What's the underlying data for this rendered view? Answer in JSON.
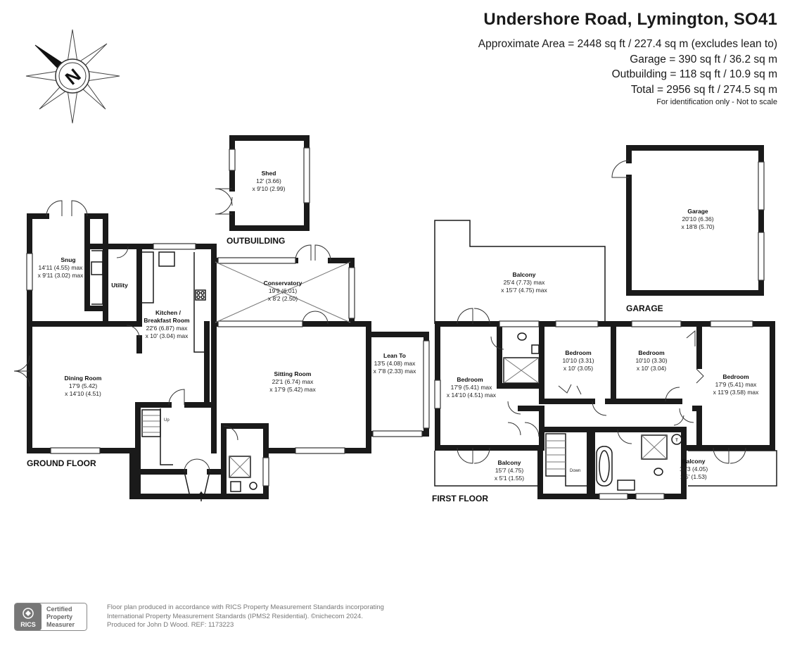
{
  "header": {
    "title": "Undershore Road, Lymington, SO41",
    "areas": [
      "Approximate Area = 2448 sq ft / 227.4 sq m (excludes lean to)",
      "Garage = 390 sq ft / 36.2 sq m",
      "Outbuilding = 118 sq ft / 10.9 sq m",
      "Total = 2956 sq ft / 274.5 sq m"
    ],
    "note": "For identification only - Not to scale"
  },
  "compass": {
    "letter": "N"
  },
  "floors": {
    "ground": "GROUND FLOOR",
    "first": "FIRST FLOOR",
    "outbuilding": "OUTBUILDING",
    "garage": "GARAGE"
  },
  "rooms": {
    "shed": {
      "name": "Shed",
      "dims": [
        "12' (3.66)",
        "x 9'10 (2.99)"
      ]
    },
    "snug": {
      "name": "Snug",
      "dims": [
        "14'11 (4.55) max",
        "x 9'11 (3.02) max"
      ]
    },
    "utility": {
      "name": "Utility"
    },
    "kitchen": {
      "name": [
        "Kitchen /",
        "Breakfast Room"
      ],
      "dims": [
        "22'6 (6.87) max",
        "x 10' (3.04) max"
      ]
    },
    "conservatory": {
      "name": "Conservatory",
      "dims": [
        "19'9 (6.01)",
        "x 8'2 (2.50)"
      ]
    },
    "dining": {
      "name": "Dining Room",
      "dims": [
        "17'9 (5.42)",
        "x 14'10 (4.51)"
      ]
    },
    "sitting": {
      "name": "Sitting Room",
      "dims": [
        "22'1 (6.74) max",
        "x 17'9 (5.42) max"
      ]
    },
    "leanto": {
      "name": "Lean To",
      "dims": [
        "13'5 (4.08) max",
        "x 7'8 (2.33) max"
      ]
    },
    "balcony_top": {
      "name": "Balcony",
      "dims": [
        "25'4 (7.73) max",
        "x 15'7 (4.75) max"
      ]
    },
    "bed1": {
      "name": "Bedroom",
      "dims": [
        "17'9 (5.41) max",
        "x 14'10 (4.51) max"
      ]
    },
    "bed2": {
      "name": "Bedroom",
      "dims": [
        "10'10 (3.31)",
        "x 10' (3.05)"
      ]
    },
    "bed3": {
      "name": "Bedroom",
      "dims": [
        "10'10 (3.30)",
        "x 10' (3.04)"
      ]
    },
    "bed4": {
      "name": "Bedroom",
      "dims": [
        "17'9 (5.41) max",
        "x 11'9 (3.58) max"
      ]
    },
    "balcony_l": {
      "name": "Balcony",
      "dims": [
        "15'7 (4.75)",
        "x 5'1 (1.55)"
      ]
    },
    "balcony_r": {
      "name": "Balcony",
      "dims": [
        "13'3 (4.05)",
        "x 5' (1.53)"
      ]
    },
    "garage": {
      "name": "Garage",
      "dims": [
        "20'10 (6.36)",
        "x 18'8 (5.70)"
      ]
    }
  },
  "stairs": {
    "up": "Up",
    "down": "Down"
  },
  "tank": "T",
  "rics": {
    "lines": [
      "Certified",
      "Property",
      "Measurer"
    ],
    "mark": "RICS"
  },
  "footer": {
    "lines": [
      "Floor plan produced in accordance with RICS Property Measurement Standards incorporating",
      "International Property Measurement Standards (IPMS2 Residential).  ©nichecom 2024.",
      "Produced for John D Wood.   REF:  1173223"
    ]
  }
}
